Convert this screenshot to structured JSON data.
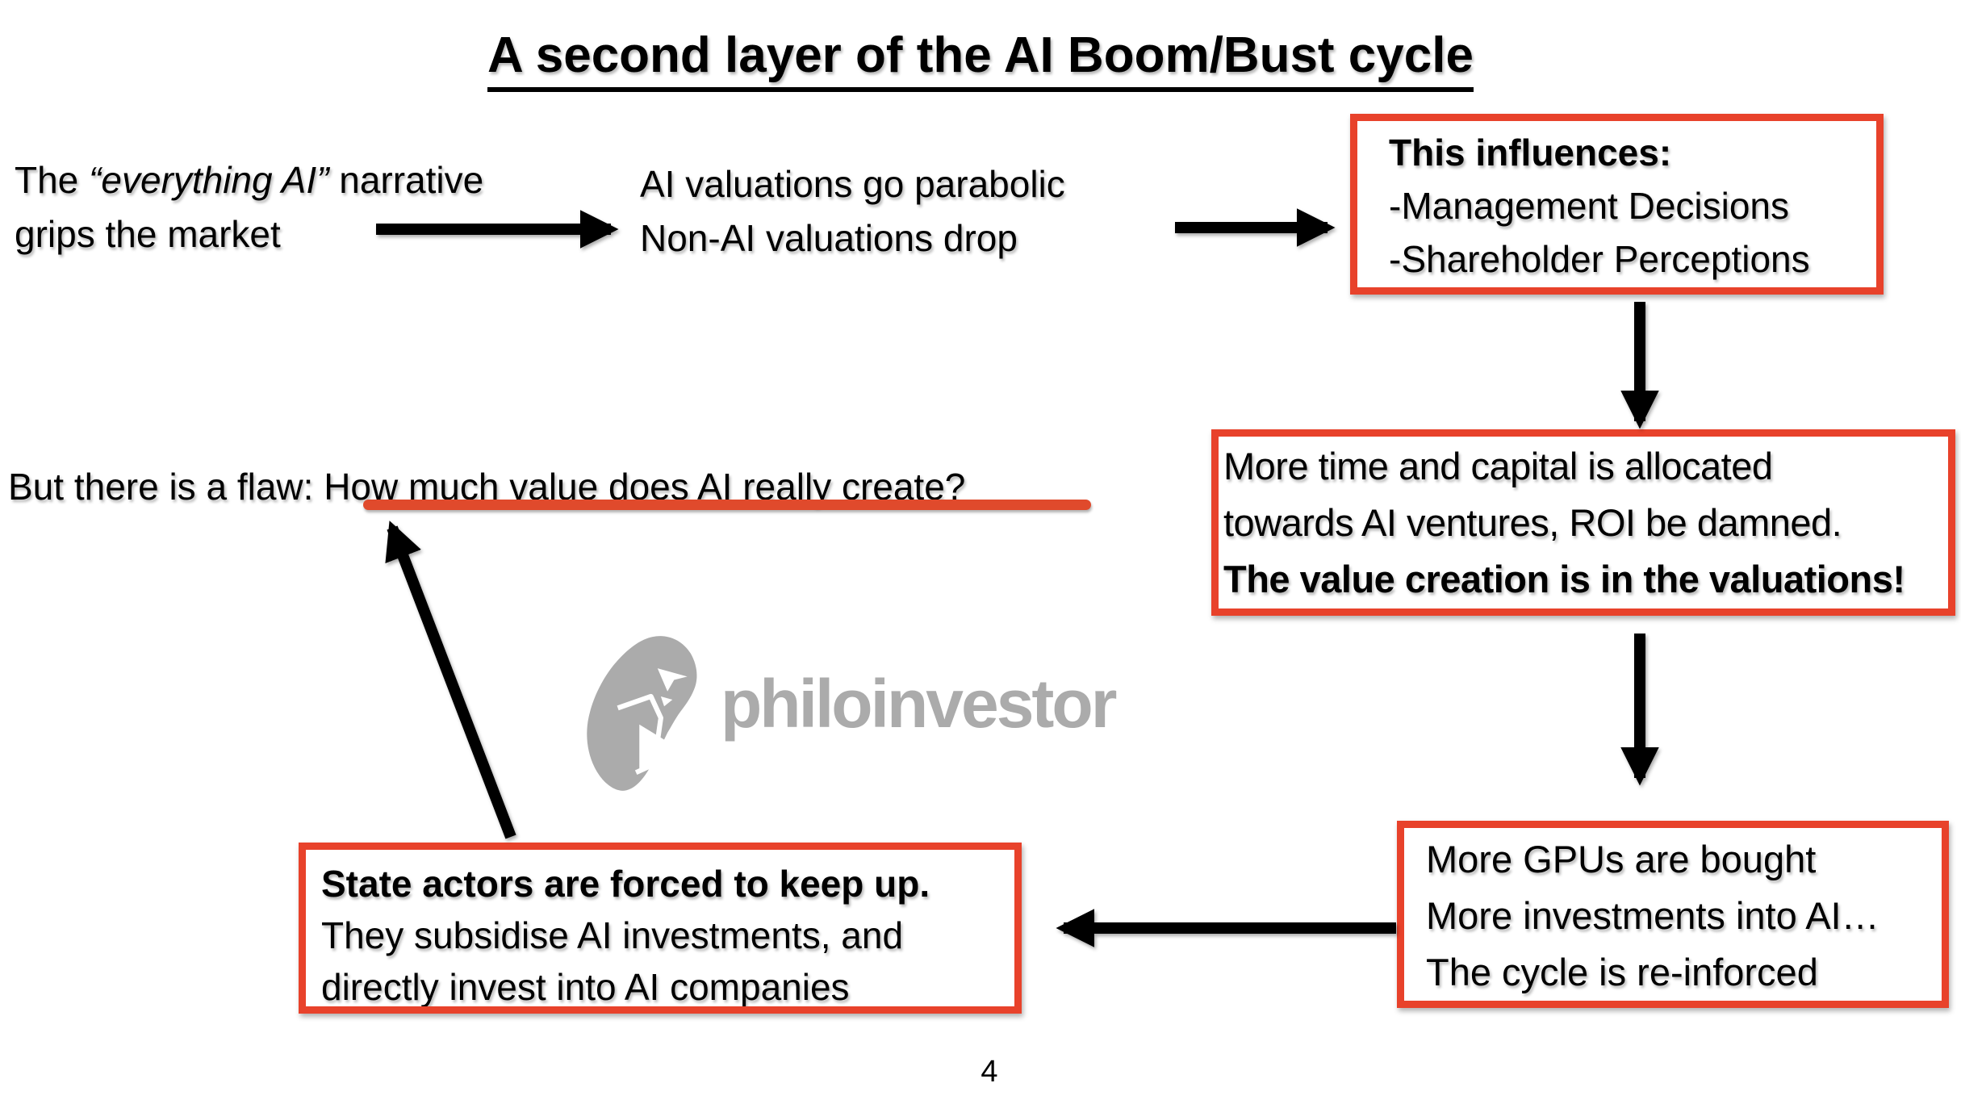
{
  "slide": {
    "title": "A second layer of the AI Boom/Bust cycle",
    "page_number": "4"
  },
  "colors": {
    "box_border_red": "#e8422b",
    "underline_red": "#e04a2c",
    "watermark_gray": "#ababab",
    "text_black": "#000000",
    "arrow_black": "#000000"
  },
  "flow": {
    "narrative": {
      "prefix": "The ",
      "italic": "“everything AI”",
      "suffix": " narrative",
      "line2": "grips the market"
    },
    "valuations": {
      "line1": "AI valuations go parabolic",
      "line2": "Non-AI valuations drop"
    },
    "influences": {
      "heading": "This influences:",
      "item1": "-Management Decisions",
      "item2": "-Shareholder Perceptions"
    },
    "allocation": {
      "line1": "More time and capital is allocated",
      "line2": "towards AI ventures, ROI be damned.",
      "line3_bold": "The value creation is in the valuations!"
    },
    "gpus": {
      "line1": "More GPUs are bought",
      "line2": "More investments into AI…",
      "line3": "The cycle is re-inforced"
    },
    "state_actors": {
      "line1_bold": "State actors are forced to keep up.",
      "line2": "They subsidise AI investments, and",
      "line3": "directly invest into AI companies"
    },
    "flaw": {
      "prefix": "But there is a flaw: ",
      "question": "How much value does AI really create?"
    }
  },
  "watermark": {
    "text": "philoinvestor",
    "logo": "thinker-icon"
  }
}
